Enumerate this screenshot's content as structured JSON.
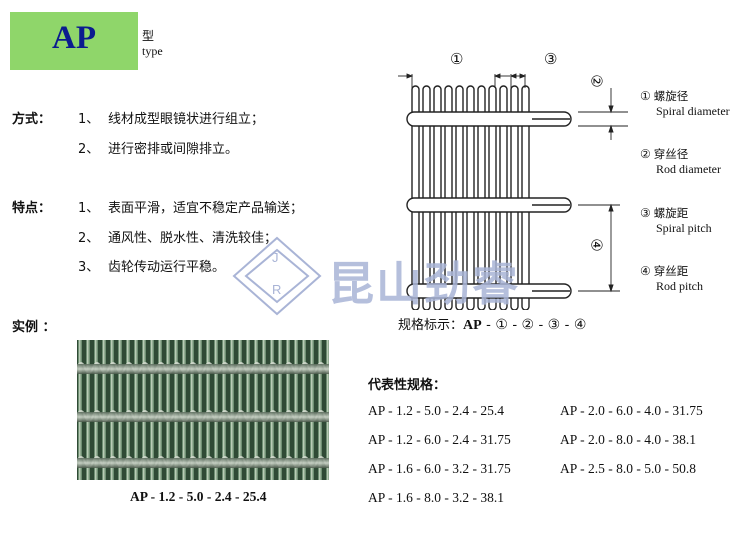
{
  "header": {
    "type_code": "AP",
    "type_cn": "型",
    "type_en": "type"
  },
  "method": {
    "label": "方式：",
    "items": [
      {
        "num": "1、",
        "text": "线材成型眼镜状进行组立；"
      },
      {
        "num": "2、",
        "text": "进行密排或间隙排立。"
      }
    ]
  },
  "features": {
    "label": "特点：",
    "items": [
      {
        "num": "1、",
        "text": "表面平滑，适宜不稳定产品输送；"
      },
      {
        "num": "2、",
        "text": "通风性、脱水性、清洗较佳；"
      },
      {
        "num": "3、",
        "text": "齿轮传动运行平稳。"
      }
    ]
  },
  "example": {
    "label": "实例 ：",
    "caption_prefix": "AP - ",
    "caption_values": "1.2 - 5.0 - 2.4 - 25.4"
  },
  "diagram": {
    "markers": [
      "①",
      "②",
      "③",
      "④"
    ],
    "legend": [
      {
        "num": "①",
        "cn": "螺旋径",
        "en": "Spiral diameter"
      },
      {
        "num": "②",
        "cn": "穿丝径",
        "en": "Rod diameter"
      },
      {
        "num": "③",
        "cn": "螺旋距",
        "en": "Spiral pitch"
      },
      {
        "num": "④",
        "cn": "穿丝距",
        "en": "Rod pitch"
      }
    ]
  },
  "spec_format": {
    "label": "规格标示：",
    "code": "AP",
    "pattern": " - ① - ② - ③ - ④"
  },
  "watermark": {
    "logo_letters": [
      "J",
      "R"
    ],
    "company": "昆山劲睿"
  },
  "representative": {
    "title": "代表性规格：",
    "left": [
      "AP - 1.2 - 5.0 - 2.4 - 25.4",
      "AP - 1.2 - 6.0 - 2.4 - 31.75",
      "AP - 1.6 - 6.0 - 3.2 - 31.75",
      "AP - 1.6 - 8.0 - 3.2 - 38.1"
    ],
    "right": [
      "AP - 2.0 - 6.0 - 4.0 - 31.75",
      "AP - 2.0 - 8.0 - 4.0 - 38.1",
      "AP - 2.5 - 8.0 - 5.0 - 50.8"
    ]
  },
  "colors": {
    "badge_bg": "#8fd66a",
    "badge_text": "#0b1b8f",
    "watermark": "#a9b4d6"
  }
}
